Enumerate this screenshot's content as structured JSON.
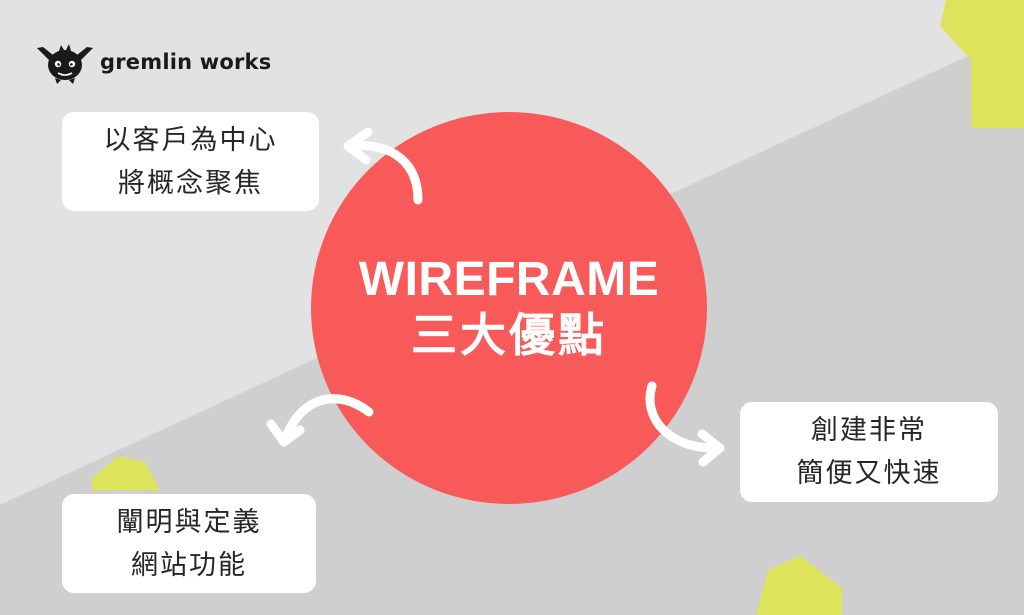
{
  "brand": {
    "name": "gremlin works",
    "logo_icon": "gremlin-mascot-icon"
  },
  "center": {
    "title": "WIREFRAME",
    "subtitle": "三大優點"
  },
  "benefits": [
    {
      "line1": "以客戶為中心",
      "line2": "將概念聚焦"
    },
    {
      "line1": "創建非常",
      "line2": "簡便又快速"
    },
    {
      "line1": "闡明與定義",
      "line2": "網站功能"
    }
  ],
  "colors": {
    "background": "#e2e2e2",
    "band": "#cfcfcf",
    "circle": "#f85a5a",
    "accent": "#dde35a",
    "card": "#ffffff",
    "text": "#262626"
  }
}
